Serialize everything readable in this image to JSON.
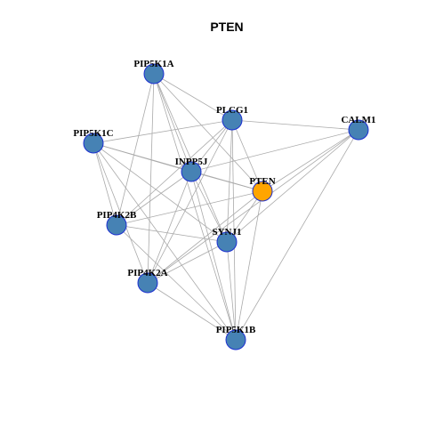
{
  "title": "PTEN",
  "colors": {
    "node_default": "#4682b4",
    "node_highlight": "#ffa500",
    "node_border": "#1c2fd1",
    "edge": "#aaaaaa"
  },
  "nodes": [
    {
      "id": "PIP5K1A",
      "label": "PIP5K1A",
      "highlight": false
    },
    {
      "id": "PLCG1",
      "label": "PLCG1",
      "highlight": false
    },
    {
      "id": "CALM1",
      "label": "CALM1",
      "highlight": false
    },
    {
      "id": "PIP5K1C",
      "label": "PIP5K1C",
      "highlight": false
    },
    {
      "id": "INPP5J",
      "label": "INPP5J",
      "highlight": false
    },
    {
      "id": "PTEN",
      "label": "PTEN",
      "highlight": true
    },
    {
      "id": "PIP4K2B",
      "label": "PIP4K2B",
      "highlight": false
    },
    {
      "id": "SYNJ1",
      "label": "SYNJ1",
      "highlight": false
    },
    {
      "id": "PIP4K2A",
      "label": "PIP4K2A",
      "highlight": false
    },
    {
      "id": "PIP5K1B",
      "label": "PIP5K1B",
      "highlight": false
    }
  ],
  "edges": [
    [
      "PIP5K1A",
      "PLCG1"
    ],
    [
      "PIP5K1A",
      "INPP5J"
    ],
    [
      "PIP5K1A",
      "PTEN"
    ],
    [
      "PIP5K1A",
      "PIP4K2B"
    ],
    [
      "PIP5K1A",
      "SYNJ1"
    ],
    [
      "PIP5K1A",
      "PIP4K2A"
    ],
    [
      "PIP5K1A",
      "PIP5K1B"
    ],
    [
      "PLCG1",
      "CALM1"
    ],
    [
      "PLCG1",
      "PIP5K1C"
    ],
    [
      "PLCG1",
      "INPP5J"
    ],
    [
      "PLCG1",
      "PTEN"
    ],
    [
      "PLCG1",
      "PIP4K2B"
    ],
    [
      "PLCG1",
      "SYNJ1"
    ],
    [
      "PLCG1",
      "PIP4K2A"
    ],
    [
      "PLCG1",
      "PIP5K1B"
    ],
    [
      "CALM1",
      "INPP5J"
    ],
    [
      "CALM1",
      "PTEN"
    ],
    [
      "CALM1",
      "SYNJ1"
    ],
    [
      "CALM1",
      "PIP4K2A"
    ],
    [
      "CALM1",
      "PIP5K1B"
    ],
    [
      "PIP5K1C",
      "INPP5J"
    ],
    [
      "PIP5K1C",
      "PTEN"
    ],
    [
      "PIP5K1C",
      "PIP4K2B"
    ],
    [
      "PIP5K1C",
      "SYNJ1"
    ],
    [
      "PIP5K1C",
      "PIP4K2A"
    ],
    [
      "PIP5K1C",
      "PIP5K1B"
    ],
    [
      "INPP5J",
      "PTEN"
    ],
    [
      "INPP5J",
      "PIP4K2B"
    ],
    [
      "INPP5J",
      "SYNJ1"
    ],
    [
      "INPP5J",
      "PIP4K2A"
    ],
    [
      "INPP5J",
      "PIP5K1B"
    ],
    [
      "PTEN",
      "PIP4K2B"
    ],
    [
      "PTEN",
      "SYNJ1"
    ],
    [
      "PTEN",
      "PIP4K2A"
    ],
    [
      "PTEN",
      "PIP5K1B"
    ],
    [
      "PIP4K2B",
      "SYNJ1"
    ],
    [
      "PIP4K2B",
      "PIP5K1B"
    ],
    [
      "SYNJ1",
      "PIP4K2A"
    ],
    [
      "SYNJ1",
      "PIP5K1B"
    ],
    [
      "PIP4K2A",
      "PIP5K1B"
    ]
  ]
}
